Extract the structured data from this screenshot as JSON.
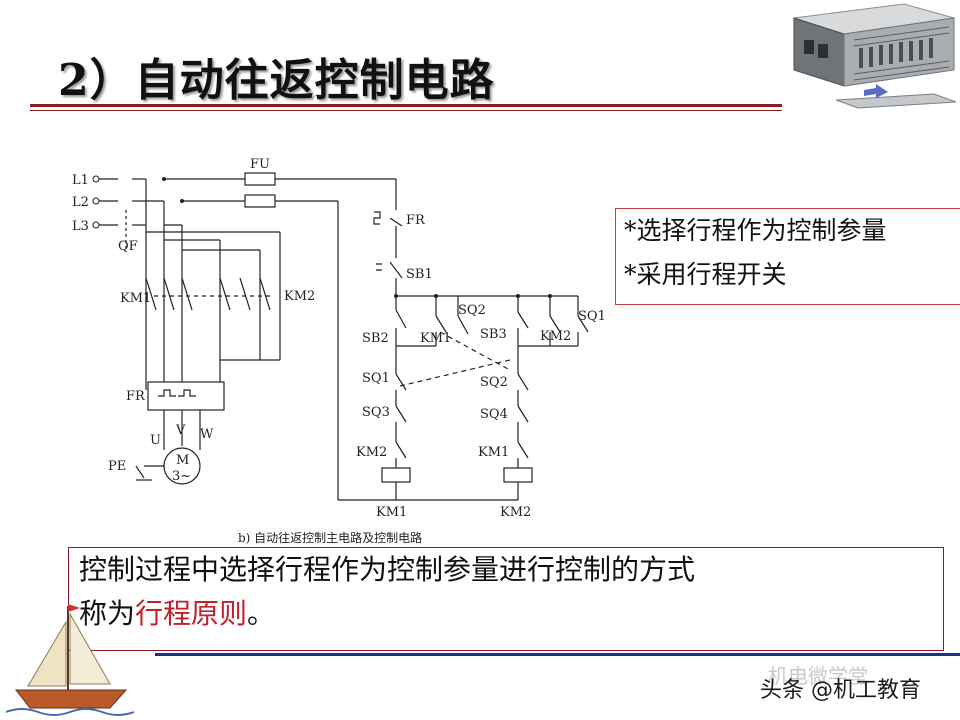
{
  "slide": {
    "title": "2）自动往返控制电路",
    "note_lines": [
      "*选择行程作为控制参量",
      "*采用行程开关"
    ],
    "summary_part1": "控制过程中选择行程作为控制参量进行控制的方式",
    "summary_part2_prefix": "称为",
    "summary_highlight": "行程原则",
    "summary_end": "。",
    "watermark_faint": "机电微学堂",
    "watermark": "头条 @机工教育"
  },
  "diagram": {
    "caption": "b) 自动往返控制主电路及控制电路",
    "labels": {
      "L1": "L1",
      "L2": "L2",
      "L3": "L3",
      "QF": "QF",
      "FU": "FU",
      "FR": "FR",
      "SB1": "SB1",
      "SB2": "SB2",
      "SB3": "SB3",
      "KM1": "KM1",
      "KM2": "KM2",
      "SQ1": "SQ1",
      "SQ2": "SQ2",
      "SQ3": "SQ3",
      "SQ4": "SQ4",
      "U": "U",
      "V": "V",
      "W": "W",
      "PE": "PE",
      "M": "M",
      "M3": "3~"
    }
  },
  "colors": {
    "title_rule": "#8b1a1a",
    "bottom_rule": "#1e2f8c",
    "highlight": "#c0202a",
    "note_border": "#c04040"
  }
}
